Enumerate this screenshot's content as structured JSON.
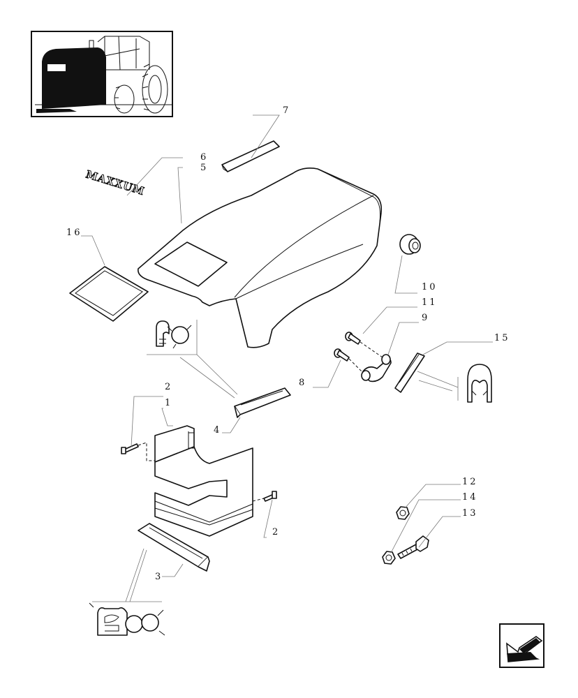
{
  "diagram": {
    "callouts": {
      "c1": "1",
      "c2a": "2",
      "c2b": "2",
      "c3": "3",
      "c4": "4",
      "c5": "5",
      "c6": "6",
      "c7": "7",
      "c8": "8",
      "c9": "9",
      "c10": "10",
      "c11": "11",
      "c12": "12",
      "c13": "13",
      "c14": "14",
      "c15": "15",
      "c16": "16"
    },
    "emblem_text": "MAXXUM",
    "icons": {
      "thumbnail": "tractor-thumbnail-icon",
      "nav": "next-page-arrow-icon"
    }
  }
}
